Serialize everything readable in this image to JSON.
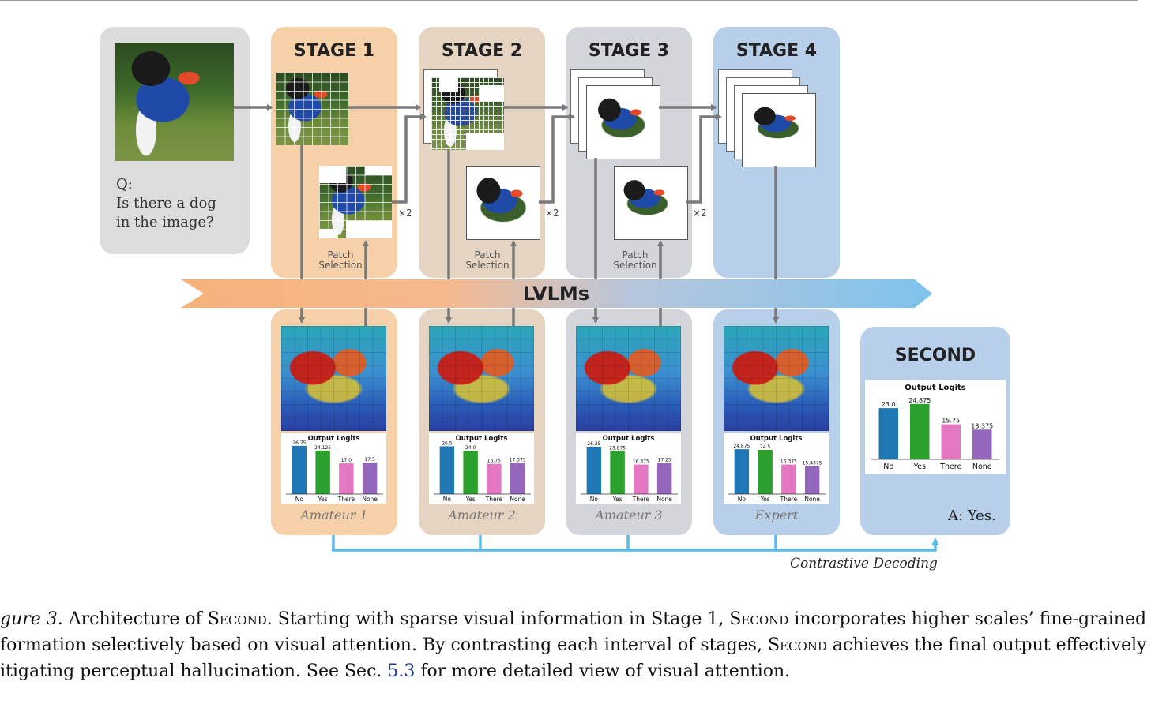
{
  "input": {
    "question_prefix": "Q:",
    "question_line1": "Is there a dog",
    "question_line2": "in the image?"
  },
  "stages": [
    {
      "title": "STAGE 1",
      "label": "Amateur 1"
    },
    {
      "title": "STAGE 2",
      "label": "Amateur 2"
    },
    {
      "title": "STAGE 3",
      "label": "Amateur 3"
    },
    {
      "title": "STAGE 4",
      "label": "Expert"
    }
  ],
  "patch_selection": {
    "line1": "Patch",
    "line2": "Selection"
  },
  "multiplier": "×2",
  "lvlm_label": "LVLMs",
  "second": {
    "title": "SECOND",
    "answer": "A: Yes."
  },
  "contrastive_label": "Contrastive Decoding",
  "chart_data": [
    {
      "type": "bar",
      "title": "Output Logits",
      "categories": [
        "No",
        "Yes",
        "There",
        "None"
      ],
      "values": [
        26.75,
        24.125,
        17.0,
        17.5
      ],
      "data_labels": [
        "26.75",
        "24.125",
        "17.0",
        "17.5"
      ]
    },
    {
      "type": "bar",
      "title": "Output Logits",
      "categories": [
        "No",
        "Yes",
        "There",
        "None"
      ],
      "values": [
        26.5,
        24.0,
        16.75,
        17.375
      ],
      "data_labels": [
        "26.5",
        "24.0",
        "16.75",
        "17.375"
      ]
    },
    {
      "type": "bar",
      "title": "Output Logits",
      "categories": [
        "No",
        "Yes",
        "There",
        "None"
      ],
      "values": [
        26.25,
        23.875,
        16.375,
        17.25
      ],
      "data_labels": [
        "26.25",
        "23.875",
        "16.375",
        "17.25"
      ]
    },
    {
      "type": "bar",
      "title": "Output Logits",
      "categories": [
        "No",
        "Yes",
        "There",
        "None"
      ],
      "values": [
        24.875,
        24.5,
        16.375,
        15.4375
      ],
      "data_labels": [
        "24.875",
        "24.5",
        "16.375",
        "15.4375"
      ]
    },
    {
      "type": "bar",
      "title": "Output Logits",
      "categories": [
        "No",
        "Yes",
        "There",
        "None"
      ],
      "values": [
        23.0,
        24.875,
        15.75,
        13.375
      ],
      "data_labels": [
        "23.0",
        "24.875",
        "15.75",
        "13.375"
      ]
    }
  ],
  "bar_colors": [
    "#1f77b4",
    "#2ca02c",
    "#e377c2",
    "#9467bd"
  ],
  "caption": {
    "fig_label": "gure 3.",
    "line1_a": " Architecture of ",
    "second_a": "Second",
    "line1_b": ". Starting with sparse visual information in Stage 1, ",
    "second_b": "Second",
    "line1_c": " incorporates higher scales’ fine-grained",
    "line2_a": "formation selectively based on visual attention. By contrasting each interval of stages, ",
    "second_c": "Second",
    "line2_b": " achieves the final output effectively",
    "line3_a": "itigating perceptual hallucination. See Sec. ",
    "ref": "5.3",
    "line3_b": " for more detailed view of visual attention."
  }
}
